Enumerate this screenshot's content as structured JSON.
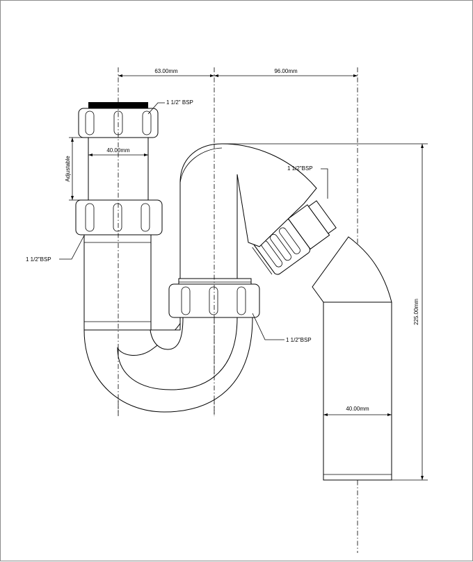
{
  "dimensions": {
    "top_left": "63.00mm",
    "top_right": "96.00mm",
    "inlet_diameter": "40.00mm",
    "outlet_diameter": "40.00mm",
    "height": "225.00mm",
    "adjustable": "Adjustable"
  },
  "callouts": {
    "inlet_thread": "1 1/2\" BSP",
    "left_thread": "1 1/2\"BSP",
    "upper_right_thread": "1 1/2\"BSP",
    "lower_thread": "1 1/2\"BSP"
  }
}
